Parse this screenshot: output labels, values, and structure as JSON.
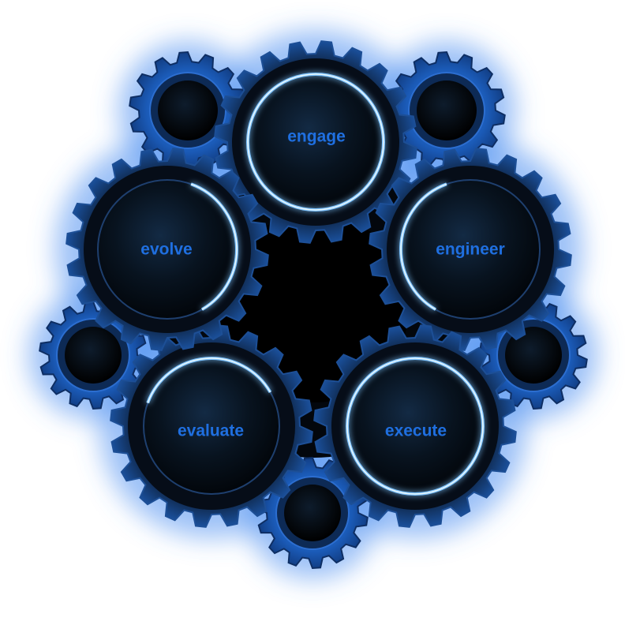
{
  "diagram": {
    "labels": {
      "engage": "engage",
      "engineer": "engineer",
      "execute": "execute",
      "evaluate": "evaluate",
      "evolve": "evolve"
    },
    "colors": {
      "background": "#ffffff",
      "halo": "#4a8ef0",
      "gear_blue": "#1b5bb8",
      "gear_dark": "#0b1a2e",
      "hub": "#000000",
      "ring_glow": "#7ec4ff",
      "label": "#1f6fe0"
    },
    "gear_count": {
      "large": 5,
      "small": 5
    }
  }
}
